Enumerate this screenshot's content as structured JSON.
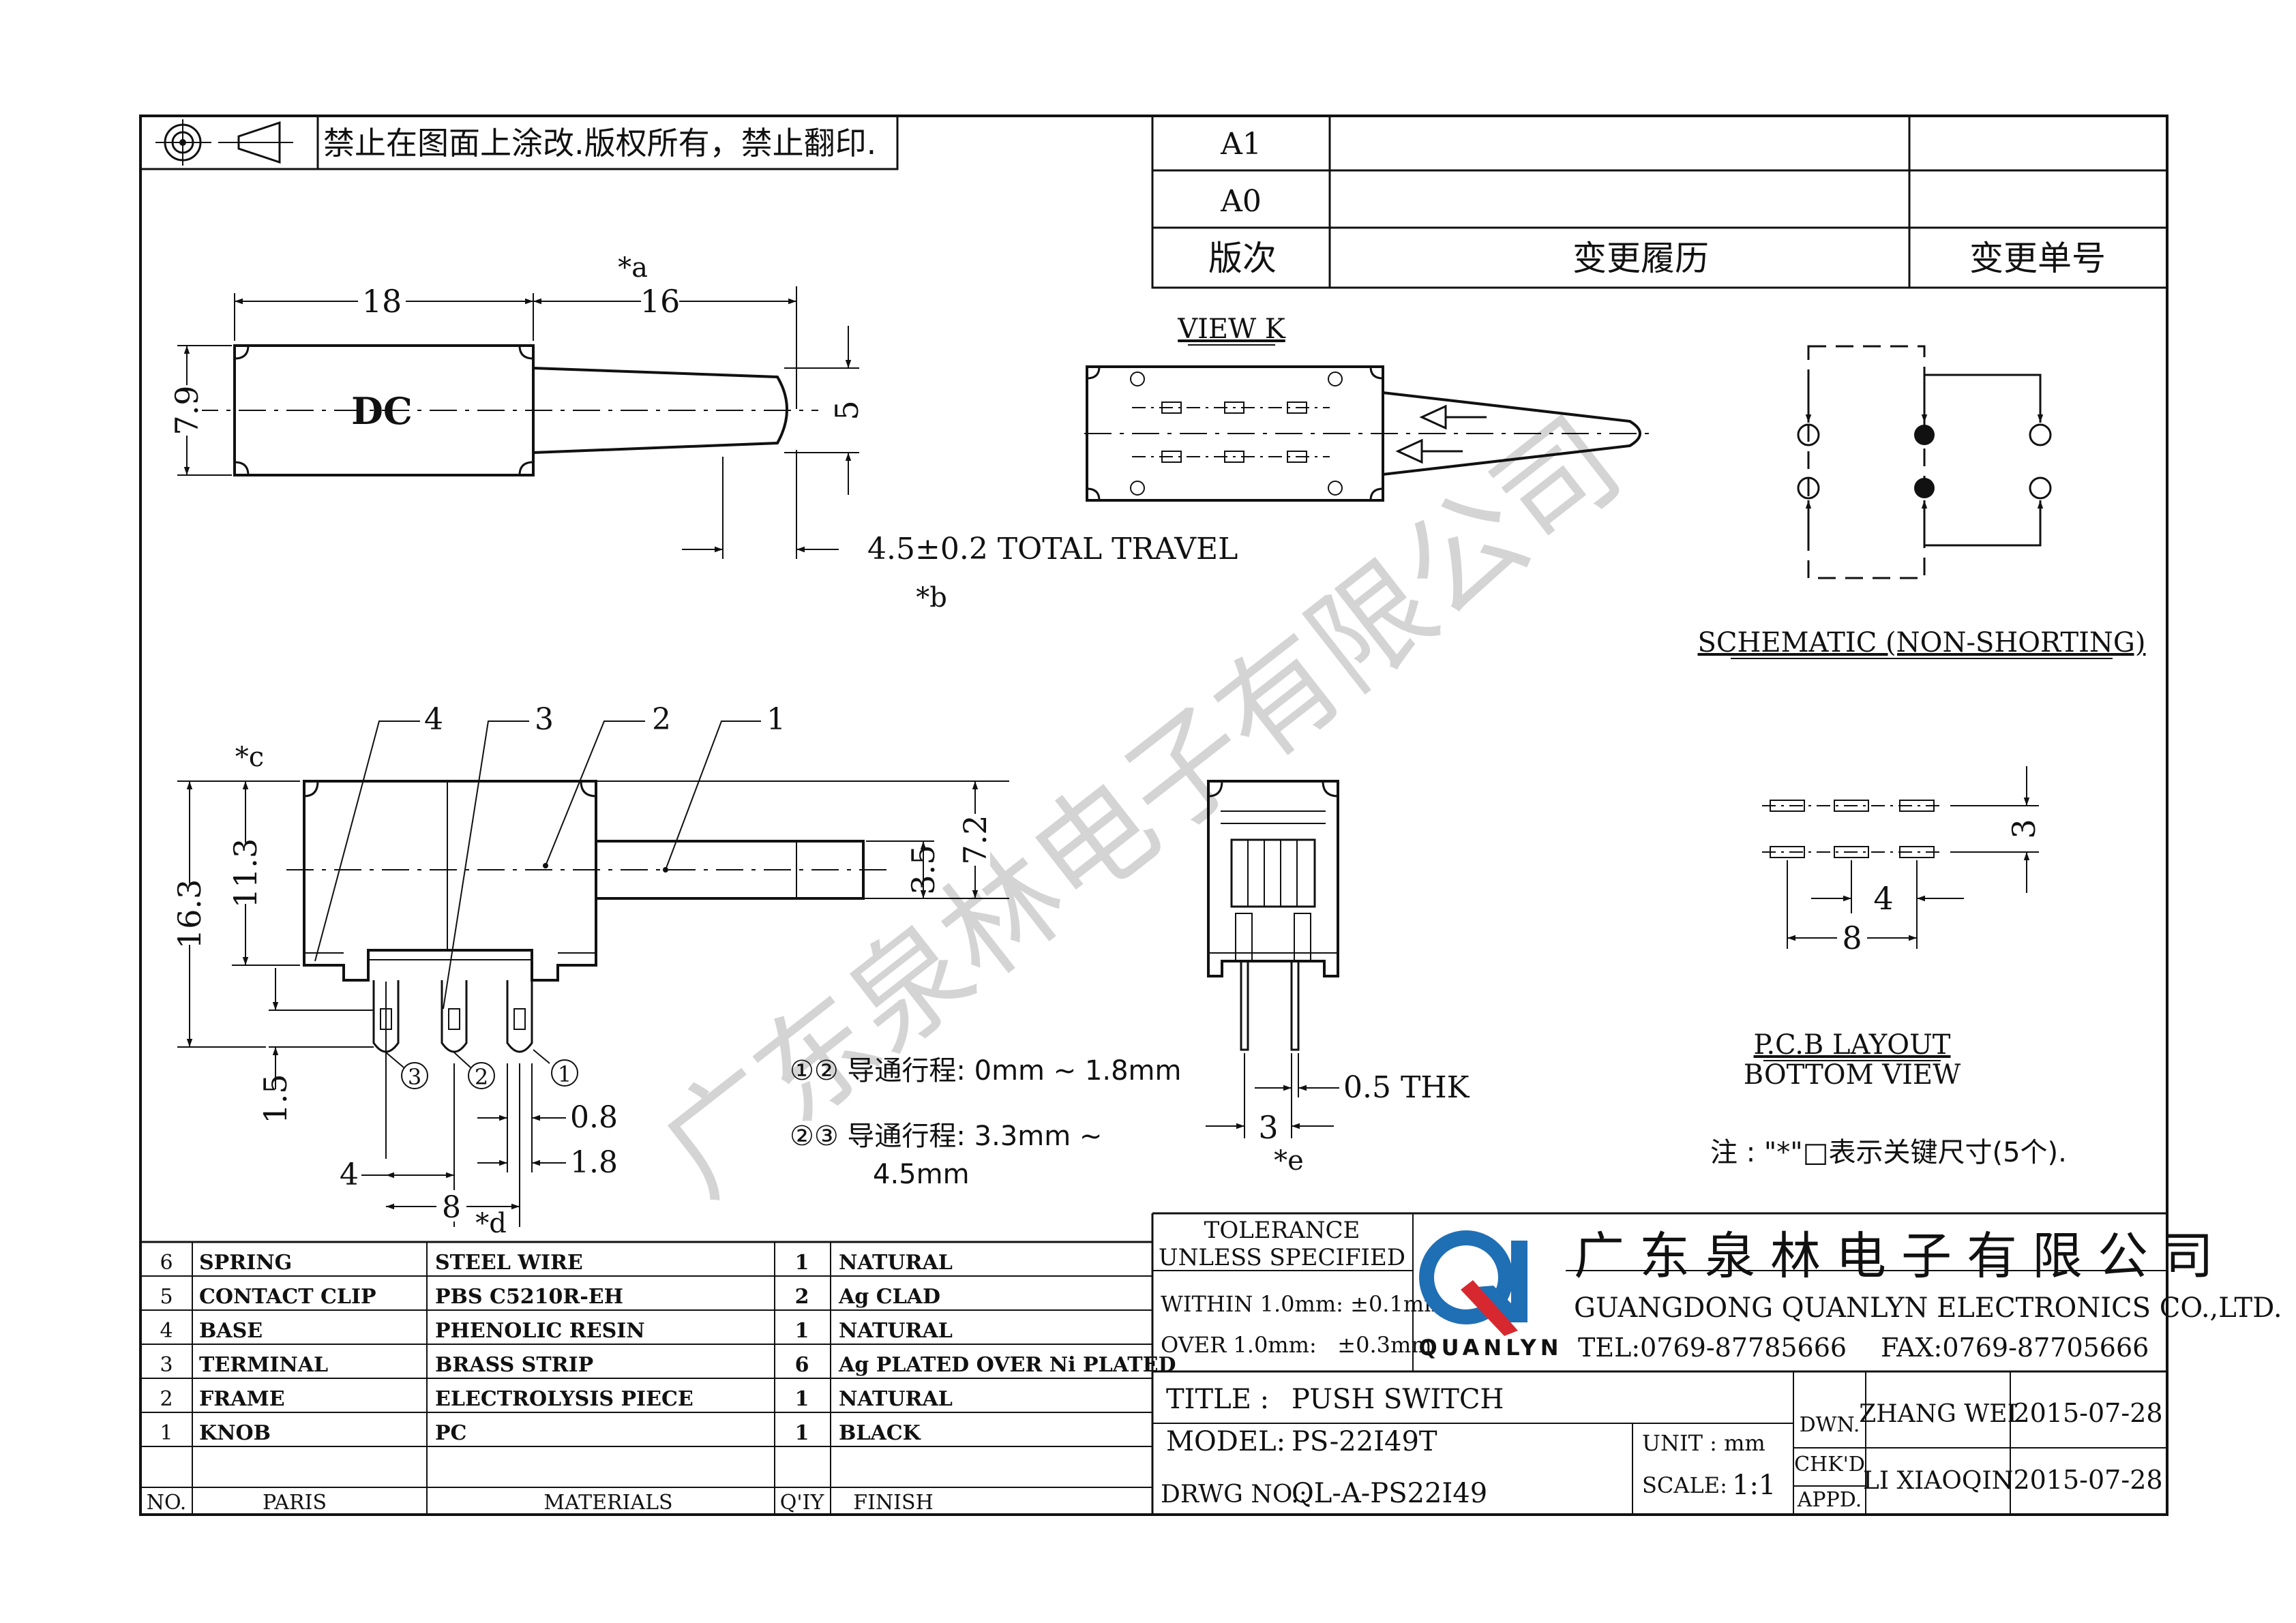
{
  "header": {
    "notice": "禁止在图面上涂改.版权所有，禁止翻印."
  },
  "revisions": {
    "rows": [
      "A1",
      "A0"
    ],
    "col_version": "版次",
    "col_history": "变更履历",
    "col_change_no": "变更单号"
  },
  "dimensions": {
    "top_view": {
      "d18": "18",
      "d16": "16",
      "d7_9": "7.9",
      "d5": "5",
      "star_a": "*a",
      "logo": "DC",
      "travel": "4.5±0.2 TOTAL TRAVEL",
      "star_b": "*b"
    },
    "view_k": "VIEW K",
    "schematic_title": "SCHEMATIC (NON-SHORTING)",
    "side_view": {
      "p4": "4",
      "p3": "3",
      "p2": "2",
      "p1": "1",
      "star_c": "*c",
      "d16_3": "16.3",
      "d11_3": "11.3",
      "d7_2": "7.2",
      "d3_5": "3.5",
      "d1_5": "1.5",
      "d0_8": "0.8",
      "d1_8": "1.8",
      "d4": "4",
      "d8": "8",
      "star_d": "*d",
      "c3": "3",
      "c2": "2",
      "c1": "1"
    },
    "end_view": {
      "thk": "0.5 THK",
      "d3": "3",
      "star_e": "*e"
    },
    "pcb": {
      "d4": "4",
      "d8": "8",
      "d3": "3",
      "title1": "P.C.B LAYOUT",
      "title2": "BOTTOM VIEW"
    },
    "travel_notes": {
      "note1": "①② 导通行程: 0mm ~ 1.8mm",
      "note2": "②③ 导通行程: 3.3mm ~",
      "note2b": "4.5mm"
    },
    "key_note": "注 : \"*\"□表示关键尺寸(5个)."
  },
  "watermark": "广东泉林电子有限公司",
  "bom": {
    "headers": {
      "no": "NO.",
      "part": "PARIS",
      "material": "MATERIALS",
      "qty": "Q'IY",
      "finish": "FINISH"
    },
    "rows": [
      {
        "no": "6",
        "part": "SPRING",
        "material": "STEEL WIRE",
        "qty": "1",
        "finish": "NATURAL"
      },
      {
        "no": "5",
        "part": "CONTACT CLIP",
        "material": "PBS C5210R-EH",
        "qty": "2",
        "finish": "Ag CLAD"
      },
      {
        "no": "4",
        "part": "BASE",
        "material": "PHENOLIC RESIN",
        "qty": "1",
        "finish": "NATURAL"
      },
      {
        "no": "3",
        "part": "TERMINAL",
        "material": "BRASS STRIP",
        "qty": "6",
        "finish": "Ag PLATED OVER Ni PLATED"
      },
      {
        "no": "2",
        "part": "FRAME",
        "material": "ELECTROLYSIS PIECE",
        "qty": "1",
        "finish": "NATURAL"
      },
      {
        "no": "1",
        "part": "KNOB",
        "material": "PC",
        "qty": "1",
        "finish": "BLACK"
      }
    ]
  },
  "title_block": {
    "tolerance1": "TOLERANCE",
    "tolerance2": "UNLESS SPECIFIED",
    "within": "WITHIN 1.0mm: ±0.1mm",
    "over": "OVER 1.0mm:   ±0.3mm",
    "logo_text": "QUANLYN",
    "company_cn": "广东泉林电子有限公司",
    "company_en": "GUANGDONG QUANLYN ELECTRONICS CO.,LTD.",
    "tel": "TEL:0769-87785666",
    "fax": "FAX:0769-87705666",
    "title_label": "TITLE :",
    "title": "PUSH SWITCH",
    "model_label": "MODEL:",
    "model": "PS-22I49T",
    "drwg_label": "DRWG NO.:",
    "drwg_no": "QL-A-PS22I49",
    "unit": "UNIT : mm",
    "scale_label": "SCALE:",
    "scale": "1:1",
    "dwn": "DWN.",
    "chkd": "CHK'D",
    "appd": "APPD.",
    "dwn_name": "ZHANG WEI",
    "dwn_date": "2015-07-28",
    "chk_name": "LI XIAOQIN",
    "chk_date": "2015-07-28"
  },
  "colors": {
    "logo_blue": "#1f6fb5",
    "logo_red": "#d7282f",
    "line": "#111111",
    "watermark": "#d4d4d4"
  }
}
